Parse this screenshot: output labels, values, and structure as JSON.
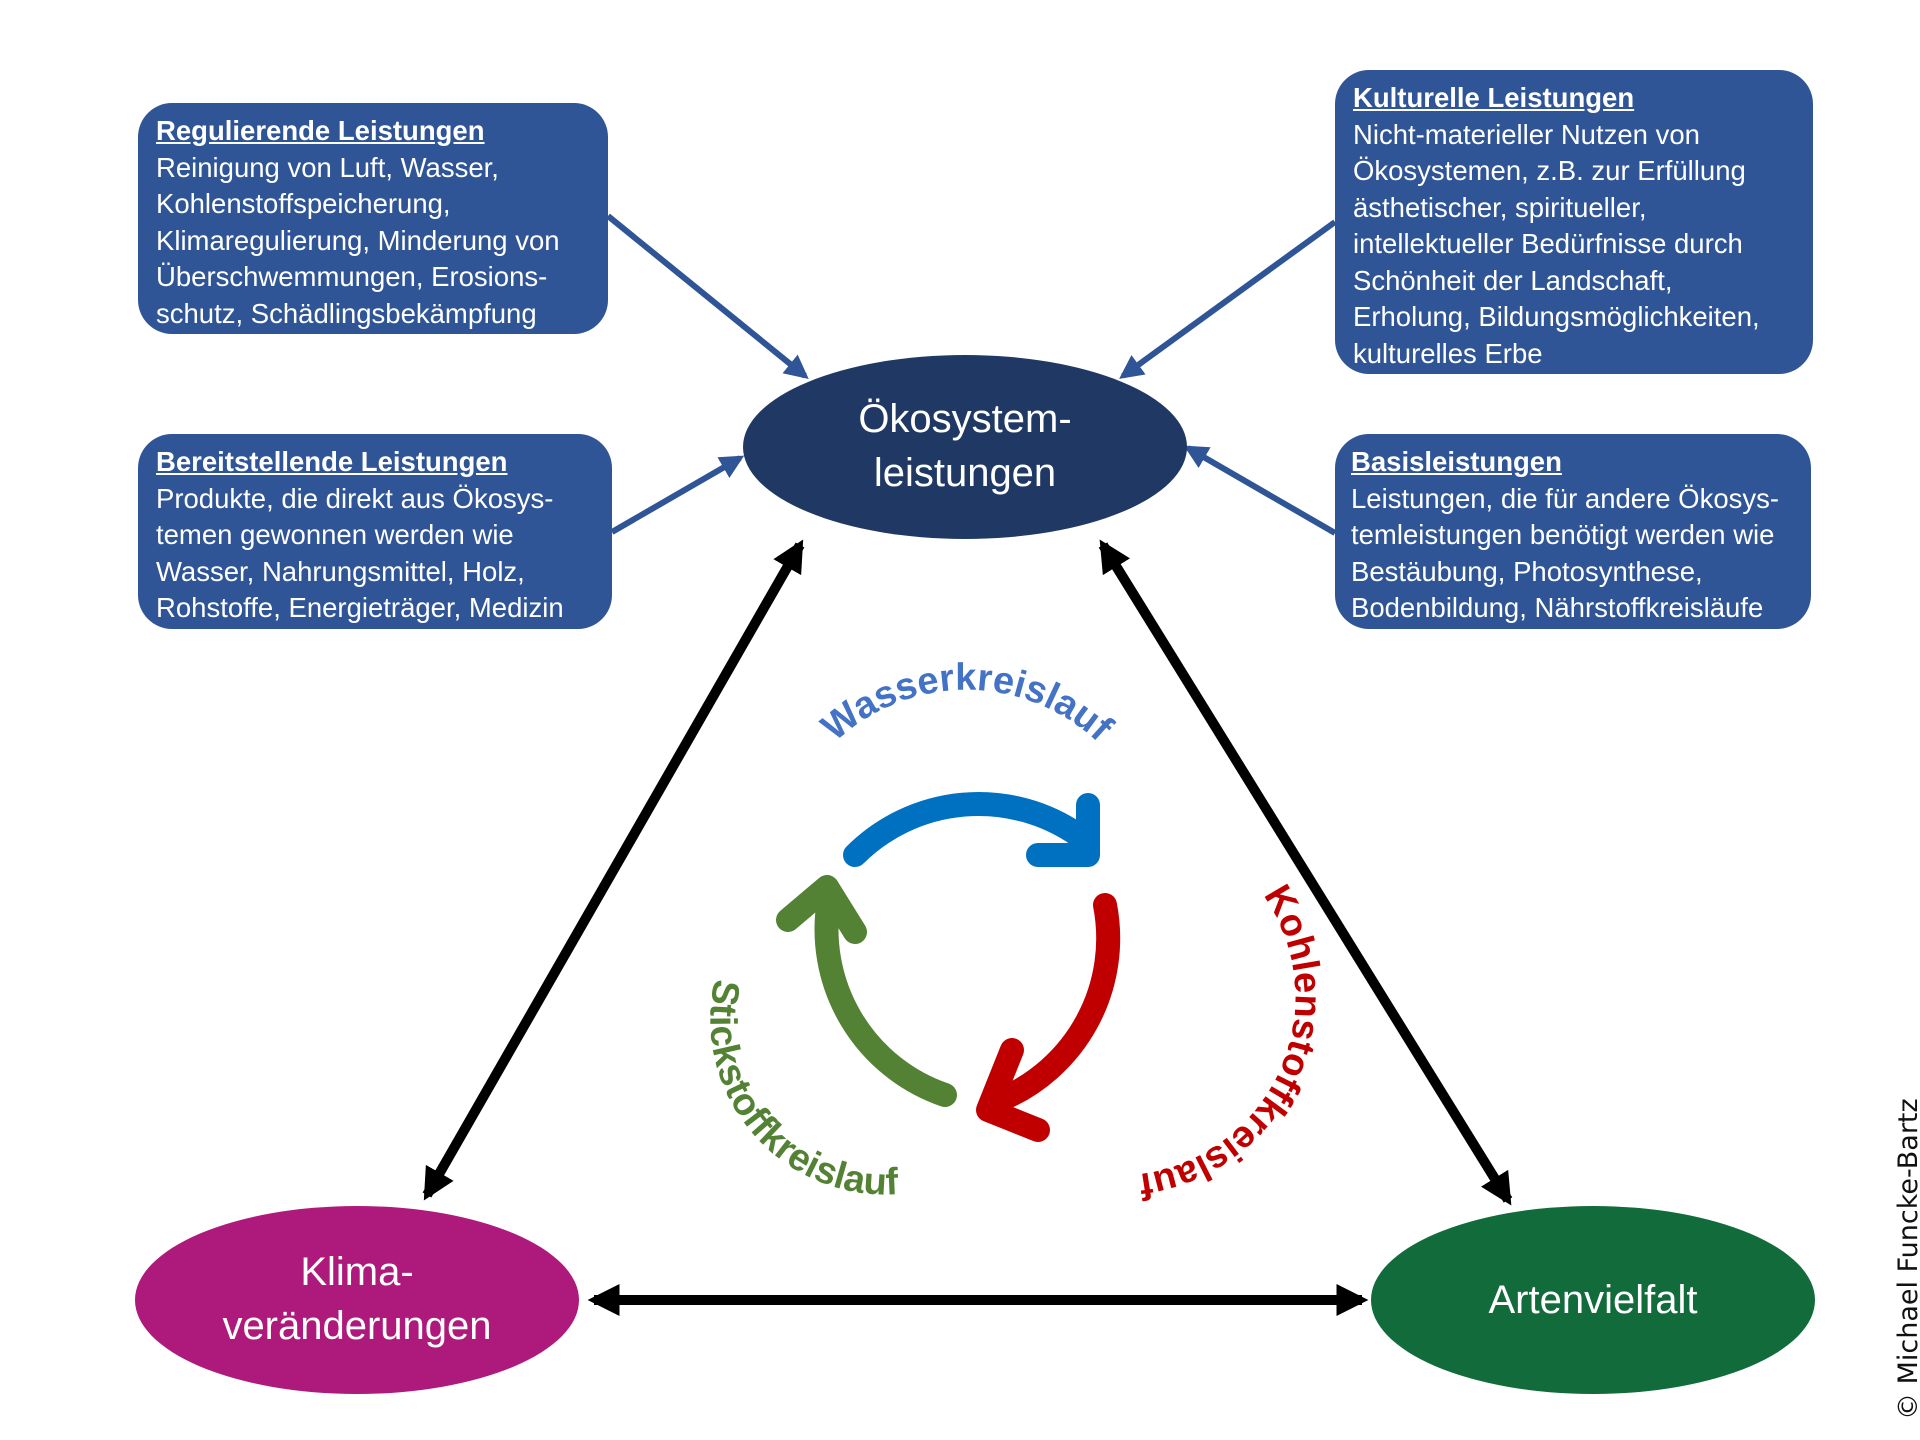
{
  "diagram": {
    "center_node": {
      "label": "Ökosystem-\nleistungen",
      "color": "#203864"
    },
    "left_node": {
      "label": "Klima-\nveränderungen",
      "color": "#AD1A7B"
    },
    "right_node": {
      "label": "Artenvielfalt",
      "color": "#116B3A"
    },
    "boxes": {
      "regulating": {
        "title": "Regulierende Leistungen",
        "body": "Reinigung von Luft, Wasser,\nKohlenstoffspeicherung,\nKlimaregulierung, Minderung von\nÜberschwemmungen, Erosions-\nschutz, Schädlingsbekämpfung"
      },
      "provisioning": {
        "title": "Bereitstellende Leistungen",
        "body": "Produkte, die direkt aus Ökosys-\ntemen gewonnen werden wie\nWasser,  Nahrungsmittel, Holz,\nRohstoffe, Energieträger, Medizin"
      },
      "cultural": {
        "title": "Kulturelle Leistungen",
        "body": "Nicht-materieller Nutzen von\nÖkosystemen, z.B. zur Erfüllung\nästhetischer, spiritueller,\nintellektueller Bedürfnisse durch\nSchönheit der Landschaft,\nErholung, Bildungsmöglichkeiten,\nkulturelles Erbe"
      },
      "supporting": {
        "title": "Basisleistungen",
        "body": "Leistungen, die für andere Ökosys-\ntemleistungen benötigt werden wie\nBestäubung, Photosynthese,\nBodenbildung, Nährstoffkreisläufe"
      },
      "color": "#2F5597"
    },
    "cycles": {
      "water": {
        "label": "Wasserkreislauf",
        "text_color": "#4472C4",
        "arrow_color": "#0070C0"
      },
      "carbon": {
        "label": "Kohlenstoffkreislauf",
        "text_color": "#C00000",
        "arrow_color": "#C00000"
      },
      "nitrogen": {
        "label": "Stickstoffkreislauf",
        "text_color": "#548235",
        "arrow_color": "#548235"
      }
    },
    "copyright": "© Michael Funcke-Bartz"
  }
}
